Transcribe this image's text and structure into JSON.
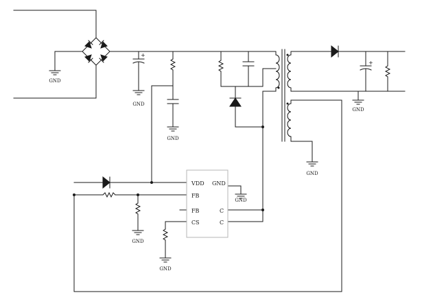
{
  "ground_label": "GND",
  "controller": {
    "pins": {
      "vdd": "VDD",
      "gnd": "GND",
      "fb1": "FB",
      "fb2": "FB",
      "c1": "C",
      "c2": "C",
      "cs": "CS"
    }
  },
  "polarity_mark": "+"
}
